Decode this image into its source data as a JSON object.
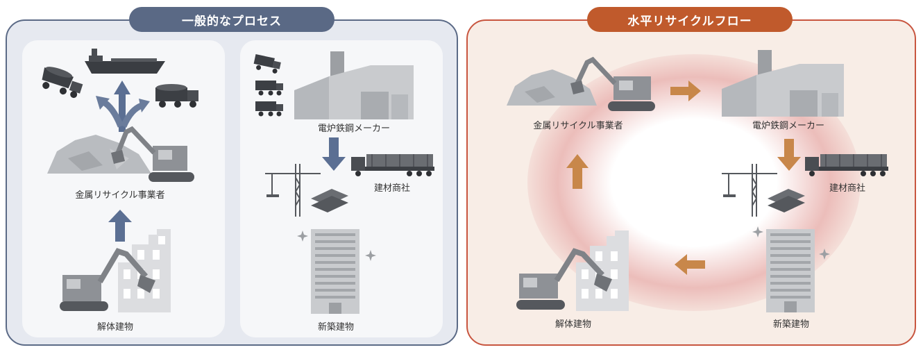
{
  "left": {
    "title": "一般的なプロセス",
    "recycler": "金属リサイクル事業者",
    "demolition": "解体建物",
    "steelmaker": "電炉鉄鋼メーカー",
    "dealer": "建材商社",
    "new_building": "新築建物"
  },
  "right": {
    "title": "水平リサイクルフロー",
    "recycler": "金属リサイクル事業者",
    "steelmaker": "電炉鉄鋼メーカー",
    "dealer": "建材商社",
    "new_building": "新築建物",
    "demolition": "解体建物"
  },
  "colors": {
    "left_accent": "#5a6985",
    "right_accent": "#c05a2c",
    "left_arrow": "#5b6f93",
    "right_arrow": "#c8874a",
    "illustration_gray": "#a9acb0"
  },
  "icons": [
    "ship-icon",
    "dump-truck-icon",
    "excavator-icon",
    "scrap-pile-icon",
    "factory-icon",
    "flatbed-truck-icon",
    "crane-icon",
    "steel-beams-icon",
    "building-icon",
    "sparkle-icon",
    "demolished-building-icon"
  ]
}
